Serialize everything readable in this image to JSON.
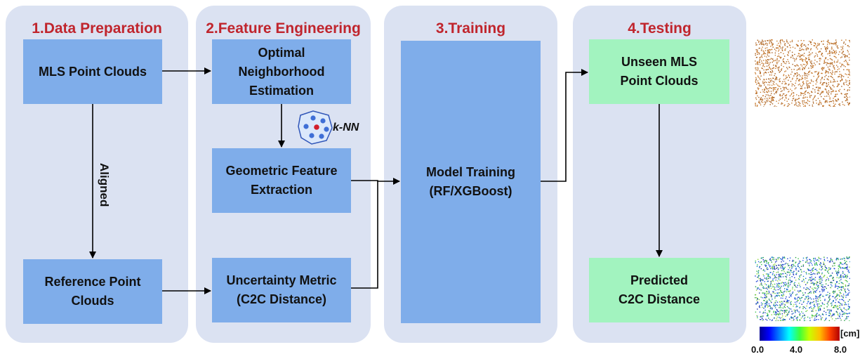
{
  "panels": [
    {
      "title": "1.Data Preparation"
    },
    {
      "title": "2.Feature Engineering"
    },
    {
      "title": "3.Training"
    },
    {
      "title": "4.Testing"
    }
  ],
  "boxes": {
    "mls_point_clouds": "MLS Point Clouds",
    "reference_point_clouds": "Reference Point\nClouds",
    "optimal_neighborhood": "Optimal\nNeighborhood\nEstimation",
    "geometric_feature": "Geometric Feature\nExtraction",
    "uncertainty_metric": "Uncertainty Metric\n(C2C Distance)",
    "model_training": "Model Training\n(RF/XGBoost)",
    "unseen_mls": "Unseen MLS\nPoint Clouds",
    "predicted_c2c": "Predicted\nC2C Distance"
  },
  "labels": {
    "aligned": "Aligned",
    "knn": "k-NN"
  },
  "colorbar": {
    "unit": "[cm]",
    "ticks": [
      "0.0",
      "4.0",
      "8.0"
    ],
    "range": [
      0.0,
      8.0
    ]
  },
  "colors": {
    "panel_bg": "#dbe2f2",
    "title_red": "#c0252d",
    "box_blue": "#7fadea",
    "box_green": "#a2f3bf",
    "arrow": "#000000"
  }
}
